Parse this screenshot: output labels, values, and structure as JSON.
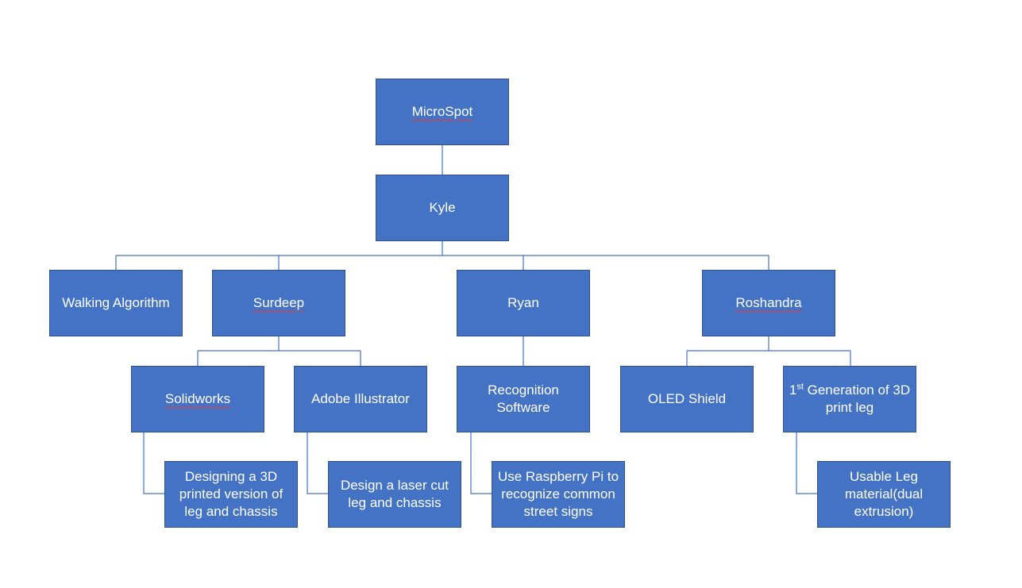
{
  "nodes": {
    "microspot": "MicroSpot",
    "kyle": "Kyle",
    "walking": "Walking Algorithm",
    "surdeep": "Surdeep",
    "ryan": "Ryan",
    "roshandra": "Roshandra",
    "solidworks": "Solidworks",
    "illustrator": "Adobe Illustrator",
    "recognition": "Recognition Software",
    "oled": "OLED Shield",
    "first_gen_prefix": "1",
    "first_gen_sup": "st",
    "first_gen_rest": " Generation of 3D print leg",
    "designing_3d": "Designing a 3D printed version of leg and chassis",
    "laser_cut": "Design a laser cut leg and chassis",
    "raspberry": "Use Raspberry Pi to recognize common street signs",
    "usable_leg": "Usable Leg material(dual extrusion)"
  },
  "colors": {
    "box_fill": "#4472c4",
    "box_border": "#2f528f",
    "connector": "#4472c4",
    "text": "#ffffff"
  }
}
